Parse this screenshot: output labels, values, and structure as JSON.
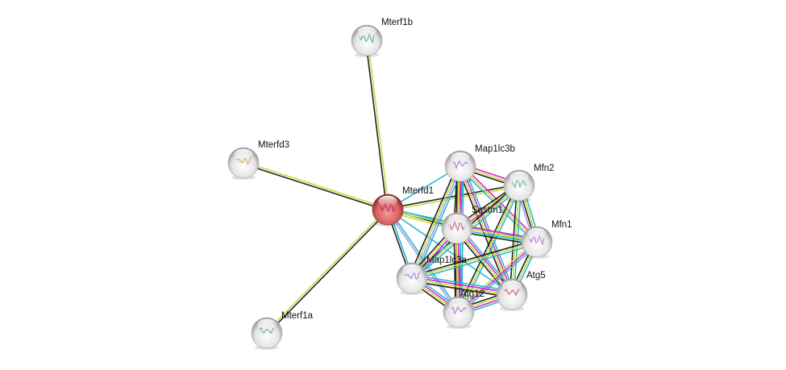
{
  "network": {
    "title": "Protein interaction network",
    "edge_colors": {
      "coexpression": "#222222",
      "textmining": "#c6e03a",
      "database": "#29b6d0",
      "experiments": "#e01fd6",
      "homology": "#9c9cf0"
    },
    "nodes": [
      {
        "id": "Mterfd1",
        "label": "Mterfd1",
        "query": true,
        "color": "#e05a5a",
        "structure_color": "#b0206a"
      },
      {
        "id": "Mterf1b",
        "label": "Mterf1b",
        "query": false,
        "color": "#e6e6e6",
        "structure_color": "#4aa86b"
      },
      {
        "id": "Mterfd3",
        "label": "Mterfd3",
        "query": false,
        "color": "#e6e6e6",
        "structure_color": "#d9953a"
      },
      {
        "id": "Mterf1a",
        "label": "Mterf1a",
        "query": false,
        "color": "#e6e6e6",
        "structure_color": "#4aa86b"
      },
      {
        "id": "Map1lc3b",
        "label": "Map1lc3b",
        "query": false,
        "color": "#e6e6e6",
        "structure_color": "#a06ad0"
      },
      {
        "id": "Mfn2",
        "label": "Mfn2",
        "query": false,
        "color": "#e6e6e6",
        "structure_color": "#4fb3a0"
      },
      {
        "id": "Sqstm1",
        "label": "Sqstm1",
        "query": false,
        "color": "#e6e6e6",
        "structure_color": "#c0505a"
      },
      {
        "id": "Mfn1",
        "label": "Mfn1",
        "query": false,
        "color": "#e6e6e6",
        "structure_color": "#b070d0"
      },
      {
        "id": "Map1lc3a",
        "label": "Map1lc3a",
        "query": false,
        "color": "#e6e6e6",
        "structure_color": "#a06ad0"
      },
      {
        "id": "Atg5",
        "label": "Atg5",
        "query": false,
        "color": "#e6e6e6",
        "structure_color": "#d83a3a"
      },
      {
        "id": "Atg12",
        "label": "Atg12",
        "query": false,
        "color": "#e6e6e6",
        "structure_color": "#a06ad0"
      }
    ],
    "edges": [
      {
        "source": "Mterfd1",
        "target": "Mterf1b",
        "types": [
          "coexpression",
          "textmining"
        ]
      },
      {
        "source": "Mterfd1",
        "target": "Mterfd3",
        "types": [
          "coexpression",
          "textmining"
        ]
      },
      {
        "source": "Mterfd1",
        "target": "Mterf1a",
        "types": [
          "coexpression",
          "textmining"
        ]
      },
      {
        "source": "Mterfd1",
        "target": "Map1lc3b",
        "types": [
          "database"
        ]
      },
      {
        "source": "Mterfd1",
        "target": "Mfn2",
        "types": [
          "coexpression",
          "textmining"
        ]
      },
      {
        "source": "Mterfd1",
        "target": "Sqstm1",
        "types": [
          "database",
          "coexpression",
          "textmining"
        ]
      },
      {
        "source": "Mterfd1",
        "target": "Mfn1",
        "types": [
          "database",
          "textmining"
        ]
      },
      {
        "source": "Mterfd1",
        "target": "Map1lc3a",
        "types": [
          "database",
          "coexpression"
        ]
      },
      {
        "source": "Mterfd1",
        "target": "Atg5",
        "types": [
          "database"
        ]
      },
      {
        "source": "Mterfd1",
        "target": "Atg12",
        "types": [
          "database",
          "homology"
        ]
      },
      {
        "source": "Map1lc3b",
        "target": "Mfn2",
        "types": [
          "experiments",
          "textmining",
          "coexpression"
        ]
      },
      {
        "source": "Map1lc3b",
        "target": "Sqstm1",
        "types": [
          "database",
          "experiments",
          "textmining",
          "coexpression"
        ]
      },
      {
        "source": "Map1lc3b",
        "target": "Mfn1",
        "types": [
          "experiments",
          "textmining",
          "database"
        ]
      },
      {
        "source": "Map1lc3b",
        "target": "Map1lc3a",
        "types": [
          "database",
          "homology",
          "textmining",
          "coexpression"
        ]
      },
      {
        "source": "Map1lc3b",
        "target": "Atg5",
        "types": [
          "database",
          "experiments",
          "textmining",
          "coexpression"
        ]
      },
      {
        "source": "Map1lc3b",
        "target": "Atg12",
        "types": [
          "database",
          "experiments",
          "textmining",
          "coexpression"
        ]
      },
      {
        "source": "Mfn2",
        "target": "Sqstm1",
        "types": [
          "experiments",
          "textmining",
          "coexpression"
        ]
      },
      {
        "source": "Mfn2",
        "target": "Mfn1",
        "types": [
          "database",
          "textmining",
          "coexpression",
          "homology"
        ]
      },
      {
        "source": "Mfn2",
        "target": "Map1lc3a",
        "types": [
          "database",
          "textmining",
          "coexpression"
        ]
      },
      {
        "source": "Mfn2",
        "target": "Atg5",
        "types": [
          "database",
          "textmining",
          "coexpression"
        ]
      },
      {
        "source": "Mfn2",
        "target": "Atg12",
        "types": [
          "database",
          "textmining",
          "coexpression"
        ]
      },
      {
        "source": "Sqstm1",
        "target": "Mfn1",
        "types": [
          "experiments",
          "textmining",
          "database",
          "coexpression"
        ]
      },
      {
        "source": "Sqstm1",
        "target": "Map1lc3a",
        "types": [
          "database",
          "experiments",
          "textmining",
          "coexpression"
        ]
      },
      {
        "source": "Sqstm1",
        "target": "Atg5",
        "types": [
          "database",
          "experiments",
          "textmining",
          "coexpression"
        ]
      },
      {
        "source": "Sqstm1",
        "target": "Atg12",
        "types": [
          "database",
          "experiments",
          "textmining",
          "coexpression"
        ]
      },
      {
        "source": "Mfn1",
        "target": "Map1lc3a",
        "types": [
          "database",
          "textmining",
          "coexpression"
        ]
      },
      {
        "source": "Mfn1",
        "target": "Atg5",
        "types": [
          "database",
          "textmining",
          "coexpression"
        ]
      },
      {
        "source": "Mfn1",
        "target": "Atg12",
        "types": [
          "database",
          "experiments",
          "textmining"
        ]
      },
      {
        "source": "Map1lc3a",
        "target": "Atg5",
        "types": [
          "database",
          "experiments",
          "textmining",
          "coexpression"
        ]
      },
      {
        "source": "Map1lc3a",
        "target": "Atg12",
        "types": [
          "database",
          "experiments",
          "textmining",
          "coexpression"
        ]
      },
      {
        "source": "Atg5",
        "target": "Atg12",
        "types": [
          "database",
          "experiments",
          "textmining",
          "coexpression"
        ]
      }
    ]
  }
}
